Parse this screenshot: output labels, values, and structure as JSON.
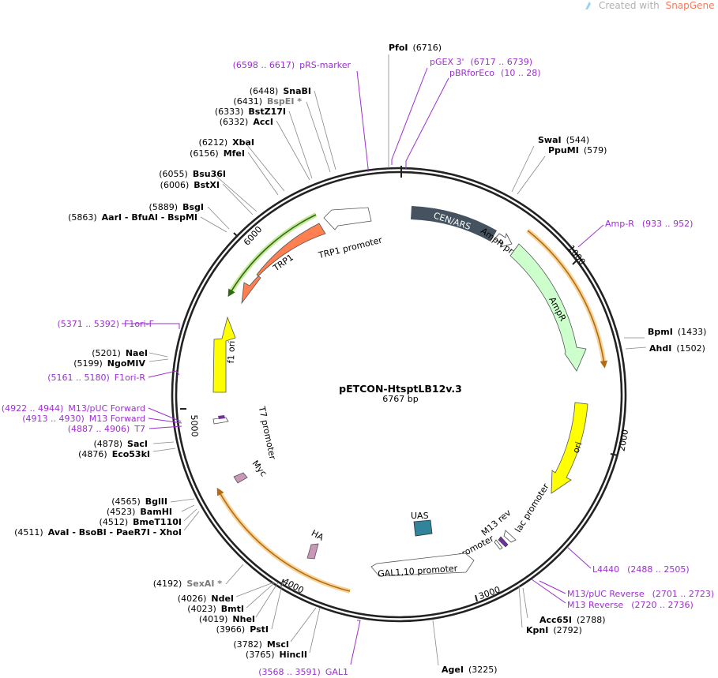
{
  "branding": {
    "prefix": "Created with",
    "name": "SnapGene",
    "mark": "®"
  },
  "plasmid": {
    "name": "pETCON-HtsptLB12v.3",
    "size_label": "6767 bp"
  },
  "ticks": [
    {
      "label": "1000"
    },
    {
      "label": "2000"
    },
    {
      "label": "3000"
    },
    {
      "label": "4000"
    },
    {
      "label": "5000"
    },
    {
      "label": "6000"
    }
  ],
  "enzymes": [
    {
      "name": "PfoI",
      "pos": "(6716)"
    },
    {
      "name": "SwaI",
      "pos": "(544)"
    },
    {
      "name": "PpuMI",
      "pos": "(579)"
    },
    {
      "name": "BpmI",
      "pos": "(1433)"
    },
    {
      "name": "AhdI",
      "pos": "(1502)"
    },
    {
      "name": "Acc65I",
      "pos": "(2788)"
    },
    {
      "name": "KpnI",
      "pos": "(2792)"
    },
    {
      "name": "AgeI",
      "pos": "(3225)"
    },
    {
      "name": "HincII",
      "pos": "(3765)"
    },
    {
      "name": "MscI",
      "pos": "(3782)"
    },
    {
      "name": "PstI",
      "pos": "(3966)"
    },
    {
      "name": "NheI",
      "pos": "(4019)"
    },
    {
      "name": "BmtI",
      "pos": "(4023)"
    },
    {
      "name": "NdeI",
      "pos": "(4026)"
    },
    {
      "name": "SexAI *",
      "pos": "(4192)"
    },
    {
      "name": "AvaI - BsoBI - PaeR7I - XhoI",
      "pos": "(4511)"
    },
    {
      "name": "BmeT110I",
      "pos": "(4512)"
    },
    {
      "name": "BamHI",
      "pos": "(4523)"
    },
    {
      "name": "BglII",
      "pos": "(4565)"
    },
    {
      "name": "Eco53kI",
      "pos": "(4876)"
    },
    {
      "name": "SacI",
      "pos": "(4878)"
    },
    {
      "name": "NgoMIV",
      "pos": "(5199)"
    },
    {
      "name": "NaeI",
      "pos": "(5201)"
    },
    {
      "name": "AarI - BfuAI - BspMI",
      "pos": "(5863)"
    },
    {
      "name": "BsgI",
      "pos": "(5889)"
    },
    {
      "name": "BstXI",
      "pos": "(6006)"
    },
    {
      "name": "Bsu36I",
      "pos": "(6055)"
    },
    {
      "name": "MfeI",
      "pos": "(6156)"
    },
    {
      "name": "XbaI",
      "pos": "(6212)"
    },
    {
      "name": "AccI",
      "pos": "(6332)"
    },
    {
      "name": "BstZ17I",
      "pos": "(6333)"
    },
    {
      "name": "BspEI *",
      "pos": "(6431)"
    },
    {
      "name": "SnaBI",
      "pos": "(6448)"
    }
  ],
  "primers": [
    {
      "name": "pRS-marker",
      "range": "(6598 .. 6617)"
    },
    {
      "name": "pGEX 3'",
      "range": "(6717 .. 6739)"
    },
    {
      "name": "pBRforEco",
      "range": "(10 .. 28)"
    },
    {
      "name": "Amp-R",
      "range": "(933 .. 952)"
    },
    {
      "name": "L4440",
      "range": "(2488 .. 2505)"
    },
    {
      "name": "M13/pUC Reverse",
      "range": "(2701 .. 2723)"
    },
    {
      "name": "M13 Reverse",
      "range": "(2720 .. 2736)"
    },
    {
      "name": "GAL1",
      "range": "(3568 .. 3591)"
    },
    {
      "name": "T7",
      "range": "(4887 .. 4906)"
    },
    {
      "name": "M13 Forward",
      "range": "(4913 .. 4930)"
    },
    {
      "name": "M13/pUC Forward",
      "range": "(4922 .. 4944)"
    },
    {
      "name": "F1ori-R",
      "range": "(5161 .. 5180)"
    },
    {
      "name": "F1ori-F",
      "range": "(5371 .. 5392)"
    }
  ],
  "features": [
    {
      "name": "CEN/ARS",
      "color": "#455360"
    },
    {
      "name": "AmpR promoter",
      "color": "#ffffff"
    },
    {
      "name": "AmpR",
      "color": "#ccffcc"
    },
    {
      "name": "ori",
      "color": "#ffff00"
    },
    {
      "name": "lac promoter",
      "color": "#ffffff"
    },
    {
      "name": "M13 rev",
      "color": "#ffffff"
    },
    {
      "name": "T3 promoter",
      "color": "#ffffff"
    },
    {
      "name": "UAS",
      "color": "#31849b"
    },
    {
      "name": "GAL1,10 promoter",
      "color": "#ffffff"
    },
    {
      "name": "HA",
      "color": "#c997b7"
    },
    {
      "name": "Myc",
      "color": "#c997b7"
    },
    {
      "name": "T7 promoter",
      "color": "#ffffff"
    },
    {
      "name": "f1 ori",
      "color": "#ffff00"
    },
    {
      "name": "TRP1",
      "color": "#ff7f50"
    },
    {
      "name": "TRP1 promoter",
      "color": "#ffffff"
    }
  ],
  "colors": {
    "backbone": "#222222",
    "primer": "#9b30d0",
    "orf_outline": "#e8a33c",
    "orf_green": "#5aa02c",
    "brand_name": "#f47a5e",
    "brand_prefix": "#b0b0b0"
  }
}
